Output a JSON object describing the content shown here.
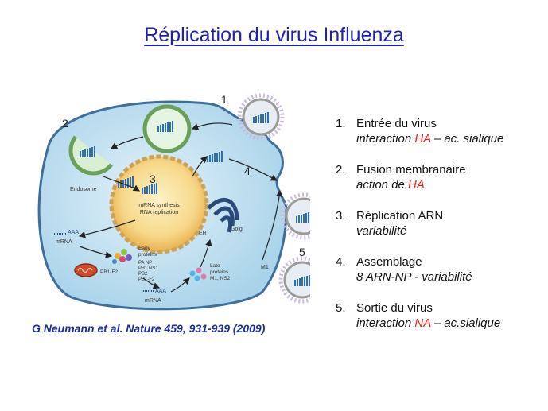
{
  "title": "Réplication du virus Influenza",
  "steps": [
    {
      "num": "1.",
      "title": "Entrée du virus",
      "sub_pre": "interaction ",
      "sub_red": "HA",
      "sub_post": " – ac. sialique"
    },
    {
      "num": "2.",
      "title": "Fusion membranaire",
      "sub_pre": "action de ",
      "sub_red": "HA",
      "sub_post": ""
    },
    {
      "num": "3.",
      "title": "Réplication ARN",
      "sub_pre": "variabilité",
      "sub_red": "",
      "sub_post": ""
    },
    {
      "num": "4.",
      "title": "Assemblage",
      "sub_pre": "8 ARN-NP - variabilité",
      "sub_red": "",
      "sub_post": ""
    },
    {
      "num": "5.",
      "title": "Sortie du virus",
      "sub_pre": "interaction ",
      "sub_red": "NA",
      "sub_post": " – ac.sialique"
    }
  ],
  "citation": "G Neumann et al. Nature 459, 931-939 (2009)",
  "figure": {
    "step_numbers": [
      "1",
      "2",
      "3",
      "4",
      "5"
    ],
    "labels": {
      "endosome": "Endosome",
      "mrna_synthesis": "mRNA synthesis",
      "rna_replication": "RNA replication",
      "mrna_left": "mRNA",
      "polya_left": "AAA",
      "er": "ER",
      "golgi": "Golgi",
      "m1": "M1",
      "early_1": "Early",
      "early_2": "proteins",
      "early_list_1": "PA     NP",
      "early_list_2": "PB1    NS1",
      "early_list_3": "PB2",
      "early_list_4": "PB1-F2",
      "pb1f2": "PB1-F2",
      "late_1": "Late",
      "late_2": "proteins",
      "late_3": "M1, NS2",
      "polya_bottom": "AAA",
      "mrna_bottom": "mRNA"
    },
    "colors": {
      "cell_fill": "#bfe0f0",
      "cell_stroke": "#3e6f9a",
      "nucleus_fill": "#f7d88a",
      "rnp_blue": "#2f6ea8",
      "virion_outline": "#9a9a9a",
      "mitochondria": "#d14b2a"
    }
  }
}
